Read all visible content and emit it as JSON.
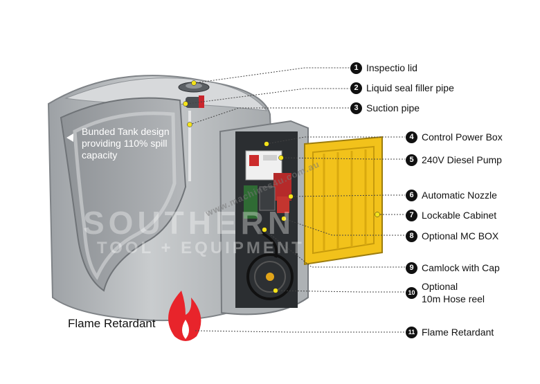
{
  "callouts": [
    {
      "num": "1",
      "label": "Inspectio lid"
    },
    {
      "num": "2",
      "label": "Liquid seal filler pipe"
    },
    {
      "num": "3",
      "label": "Suction pipe"
    },
    {
      "num": "4",
      "label": "Control Power Box"
    },
    {
      "num": "5",
      "label": "240V Diesel Pump"
    },
    {
      "num": "6",
      "label": "Automatic Nozzle"
    },
    {
      "num": "7",
      "label": "Lockable Cabinet"
    },
    {
      "num": "8",
      "label": "Optional MC BOX"
    },
    {
      "num": "9",
      "label": "Camlock with Cap"
    },
    {
      "num": "10",
      "label_line1": "Optional",
      "label_line2": "10m Hose reel"
    },
    {
      "num": "11",
      "label": "Flame Retardant"
    }
  ],
  "bund_note": "Bunded Tank design providing 110% spill capacity",
  "flame_label": "Flame Retardant",
  "watermark": {
    "brand_top": "SOUTHERN",
    "brand_bottom": "TOOL + EQUIPMENT",
    "url": "www.machines4u.com.au"
  },
  "colors": {
    "tank": "#b9bcbf",
    "cabinet_door": "#f2c21b",
    "flame": "#e8242b",
    "marker": "#f4e31a"
  }
}
